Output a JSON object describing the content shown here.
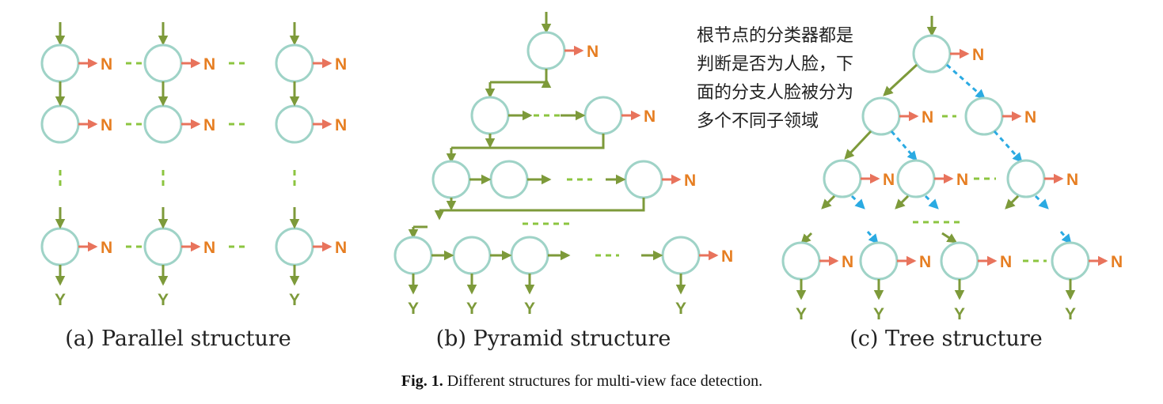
{
  "labels": {
    "no": "N",
    "yes": "Y"
  },
  "captions": {
    "a": "(a) Parallel structure",
    "b": "(b) Pyramid structure",
    "c": "(c) Tree structure"
  },
  "figure_caption": {
    "prefix": "Fig. 1.",
    "text": " Different structures for multi-view face detection."
  },
  "annotation": [
    "根节点的分类器都是",
    "判断是否为人脸，下",
    "面的分支人脸被分为",
    "多个不同子领域"
  ],
  "colors": {
    "node_stroke": "#9fd3c7",
    "flow_arrow": "#7d9a3a",
    "dashed_link": "#8cc540",
    "reject_arrow": "#e8735c",
    "label_N": "#e67e22",
    "branch_arrow": "#2aaae2"
  }
}
